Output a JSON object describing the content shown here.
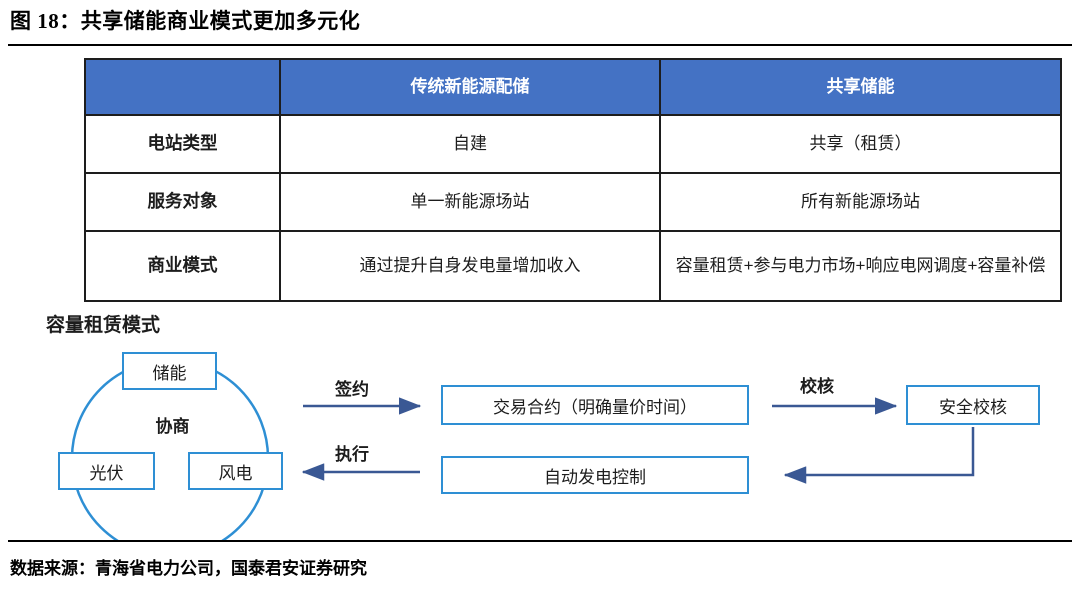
{
  "figure": {
    "title": "图 18：共享储能商业模式更加多元化",
    "source": "数据来源：青海省电力公司，国泰君安证券研究"
  },
  "colors": {
    "header_blue": "#4472C4",
    "node_border_blue": "#2E8FD4",
    "arrow_navy": "#3A5894",
    "rule_black": "#000000",
    "text_dark": "#1D1D1D"
  },
  "table": {
    "headers": [
      "",
      "传统新能源配储",
      "共享储能"
    ],
    "rows": [
      {
        "label": "电站类型",
        "traditional": "自建",
        "shared": "共享（租赁）"
      },
      {
        "label": "服务对象",
        "traditional": "单一新能源场站",
        "shared": "所有新能源场站"
      },
      {
        "label": "商业模式",
        "traditional": "通过提升自身发电量增加收入",
        "shared": "容量租赁+参与电力市场+响应电网调度+容量补偿"
      }
    ]
  },
  "diagram": {
    "heading": "容量租赁模式",
    "nodes": {
      "storage": "储能",
      "pv": "光伏",
      "wind": "风电",
      "center": "协商",
      "contract": "交易合约（明确量价时间）",
      "agc": "自动发电控制",
      "check": "安全校核"
    },
    "arrows": {
      "sign": "签约",
      "execute": "执行",
      "verify": "校核"
    }
  }
}
